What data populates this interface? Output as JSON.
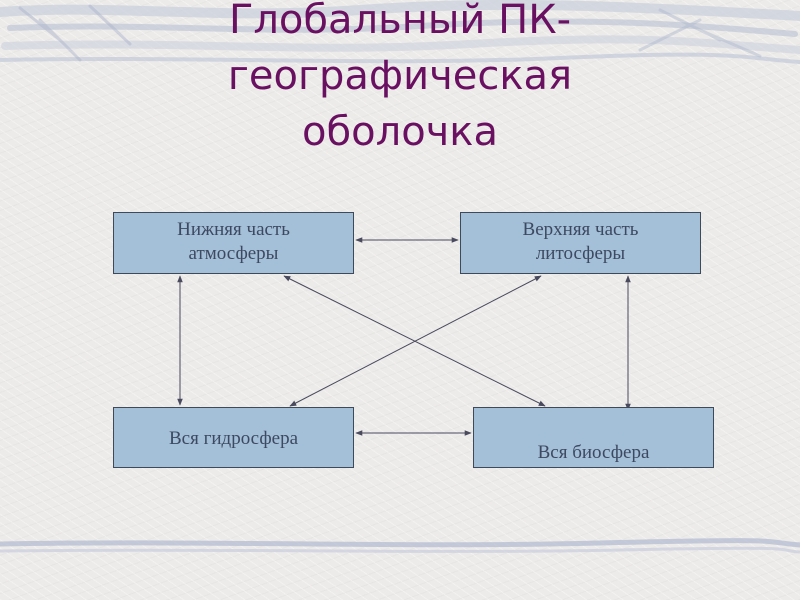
{
  "title": {
    "line1": "Глобальный ПК-",
    "line2": "географическая",
    "line3": "оболочка"
  },
  "nodes": {
    "atmosphere": {
      "line1": "Нижняя часть",
      "line2": "атмосферы"
    },
    "lithosphere": {
      "line1": "Верхняя часть",
      "line2": "литосферы"
    },
    "hydrosphere": {
      "line1": "Вся гидросфера"
    },
    "biosphere": {
      "line1": "Вся биосфера"
    }
  },
  "connections": [
    {
      "from": "atmosphere",
      "to": "lithosphere",
      "type": "bidirectional"
    },
    {
      "from": "atmosphere",
      "to": "hydrosphere",
      "type": "bidirectional"
    },
    {
      "from": "lithosphere",
      "to": "biosphere",
      "type": "bidirectional"
    },
    {
      "from": "hydrosphere",
      "to": "biosphere",
      "type": "bidirectional"
    },
    {
      "from": "atmosphere",
      "to": "biosphere",
      "type": "bidirectional"
    },
    {
      "from": "lithosphere",
      "to": "hydrosphere",
      "type": "bidirectional"
    }
  ],
  "colors": {
    "title": "#6a1061",
    "node_fill": "#a4bfd8",
    "node_border": "#3f4a59",
    "node_text": "#3d4960",
    "arrow": "#4a4a5e"
  }
}
